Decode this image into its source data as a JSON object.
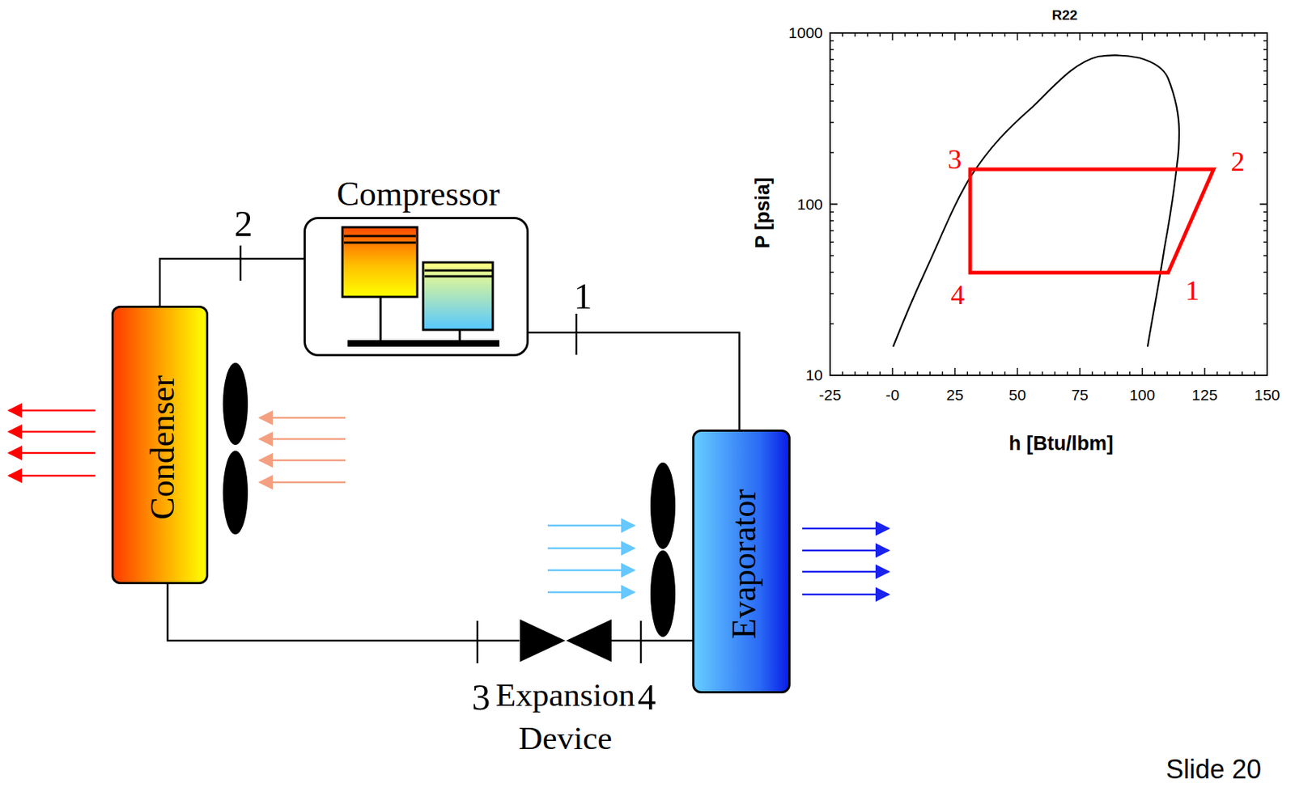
{
  "diagram": {
    "nodes": [
      {
        "text": [
          "Compressor"
        ]
      },
      {
        "text": [
          "Condenser"
        ]
      },
      {
        "text": [
          "Expansion Device"
        ]
      },
      {
        "text": [
          "Evaporator"
        ]
      }
    ],
    "edges": [
      {
        "from": 0,
        "to": 1,
        "arrow": "none"
      },
      {
        "from": 1,
        "to": 2,
        "arrow": "none"
      },
      {
        "from": 2,
        "to": 3,
        "arrow": "none"
      },
      {
        "from": 3,
        "to": 0,
        "arrow": "none"
      }
    ],
    "labels": [
      "2",
      "1",
      "3",
      "4",
      "R22",
      "1000",
      "100",
      "10",
      "-25",
      "-0",
      "25",
      "50",
      "75",
      "100",
      "125",
      "150",
      "P [psia]",
      "h [Btu/lbm]",
      "3",
      "2",
      "4",
      "1",
      "Slide 20"
    ]
  }
}
